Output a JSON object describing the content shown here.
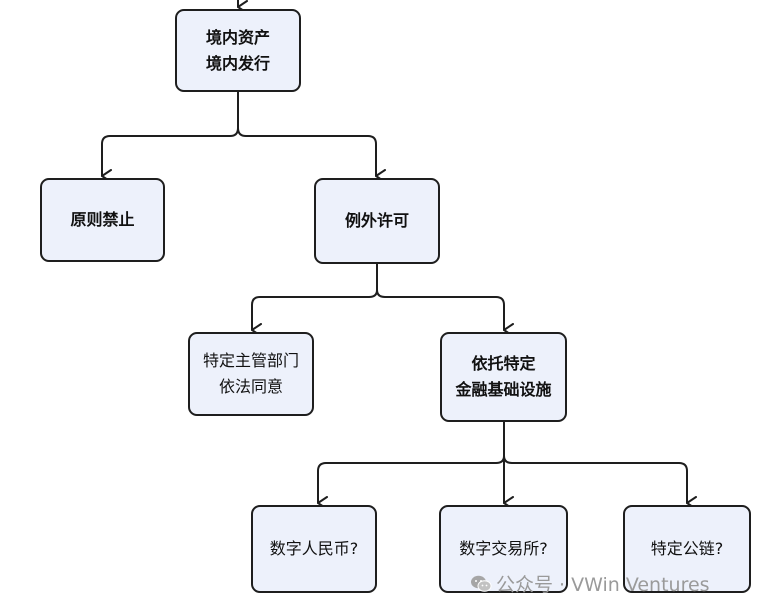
{
  "nodes": {
    "domestic": {
      "line1": "境内资产",
      "line2": "境内发行"
    },
    "prohibited": {
      "label": "原则禁止"
    },
    "exception": {
      "label": "例外许可"
    },
    "authority": {
      "line1": "特定主管部门",
      "line2": "依法同意"
    },
    "infrastructure": {
      "line1": "依托特定",
      "line2": "金融基础设施"
    },
    "ecny": {
      "label": "数字人民币?"
    },
    "exchange": {
      "label": "数字交易所?"
    },
    "chain": {
      "label": "特定公链?"
    }
  },
  "watermark": {
    "icon": "wechat-icon",
    "text": "公众号 · VWin Ventures"
  },
  "colors": {
    "node_fill": "#edf1fb",
    "stroke": "#1e1e1e",
    "watermark": "#9a9a9a"
  }
}
